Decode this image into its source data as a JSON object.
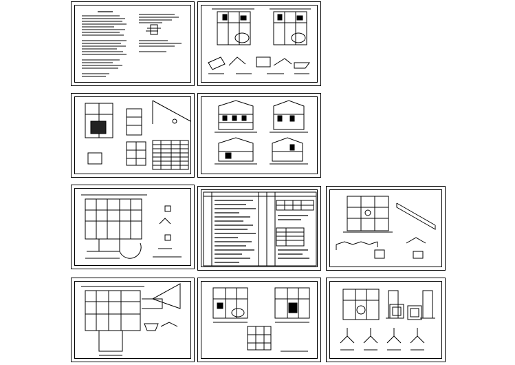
{
  "canvas": {
    "background": "#ffffff",
    "line_color": "#000000"
  },
  "sheets": [
    {
      "id": "sheet-1",
      "kind": "general-notes",
      "label": ""
    },
    {
      "id": "sheet-2",
      "kind": "floor-plans",
      "label": ""
    },
    {
      "id": "sheet-3",
      "kind": "plan-section-table",
      "label": ""
    },
    {
      "id": "sheet-4",
      "kind": "elevations",
      "label": ""
    },
    {
      "id": "sheet-5",
      "kind": "structural-plan",
      "label": ""
    },
    {
      "id": "sheet-6",
      "kind": "schedule-table",
      "label": ""
    },
    {
      "id": "sheet-7",
      "kind": "stair-details",
      "label": ""
    },
    {
      "id": "sheet-8",
      "kind": "framing-plan",
      "label": ""
    },
    {
      "id": "sheet-9",
      "kind": "roof-plans",
      "label": ""
    },
    {
      "id": "sheet-10",
      "kind": "foundation-details",
      "label": ""
    }
  ]
}
